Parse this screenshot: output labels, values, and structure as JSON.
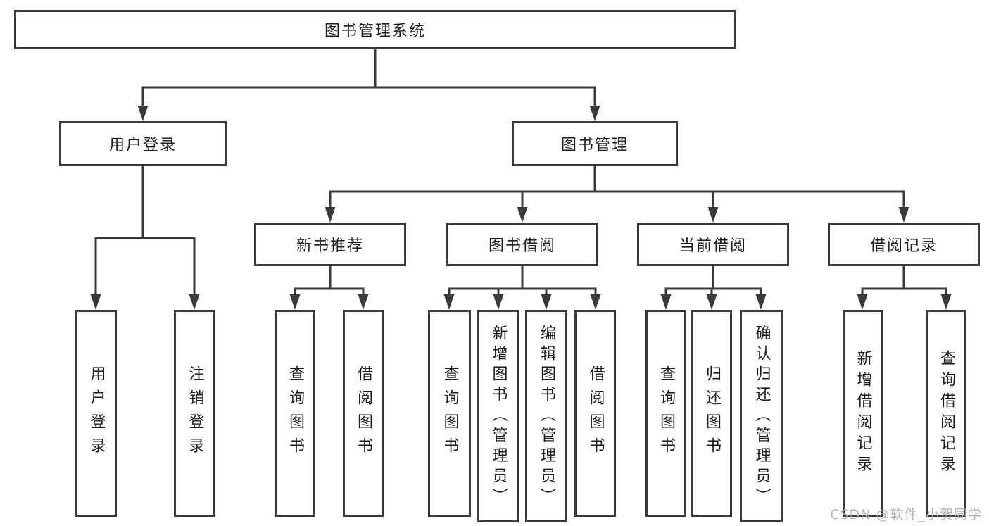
{
  "tree": {
    "label": "图书管理系统",
    "children": [
      {
        "label": "用户登录",
        "children": [
          {
            "label": "用户登录"
          },
          {
            "label": "注销登录"
          }
        ]
      },
      {
        "label": "图书管理",
        "children": [
          {
            "label": "新书推荐",
            "children": [
              {
                "label": "查询图书"
              },
              {
                "label": "借阅图书"
              }
            ]
          },
          {
            "label": "图书借阅",
            "children": [
              {
                "label": "查询图书"
              },
              {
                "label": "新增图书（管理员）"
              },
              {
                "label": "编辑图书（管理员）"
              },
              {
                "label": "借阅图书"
              }
            ]
          },
          {
            "label": "当前借阅",
            "children": [
              {
                "label": "查询图书"
              },
              {
                "label": "归还图书"
              },
              {
                "label": "确认归还（管理员）"
              }
            ]
          },
          {
            "label": "借阅记录",
            "children": [
              {
                "label": "新增借阅记录"
              },
              {
                "label": "查询借阅记录"
              }
            ]
          }
        ]
      }
    ]
  },
  "watermark": {
    "text": "CSDN @软件_小贺同学"
  },
  "colors": {
    "line": "#3a3a3a",
    "text": "#1e1e1e",
    "watermark": "#aaaaaa",
    "background": "#ffffff"
  }
}
